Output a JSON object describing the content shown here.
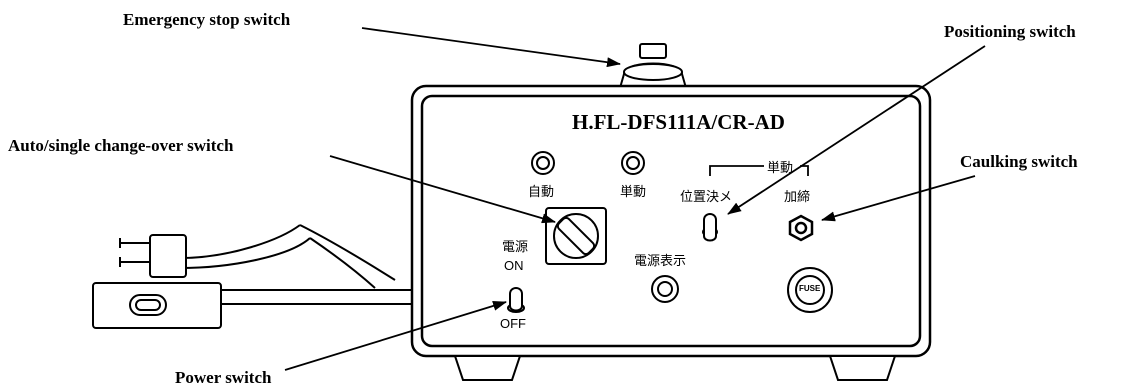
{
  "callouts": {
    "emergency_stop": "Emergency stop switch",
    "positioning": "Positioning switch",
    "auto_single": "Auto/single change-over switch",
    "caulking": "Caulking switch",
    "power": "Power switch"
  },
  "panel": {
    "model": "H.FL-DFS111A/CR-AD",
    "auto_label": "自動",
    "single_label": "単動",
    "single_group_label": "単動",
    "positioning_label": "位置決メ",
    "caulking_label": "加締",
    "power_label": "電源",
    "on_label": "ON",
    "off_label": "OFF",
    "power_indicator_label": "電源表示",
    "fuse_label": "FUSE"
  }
}
